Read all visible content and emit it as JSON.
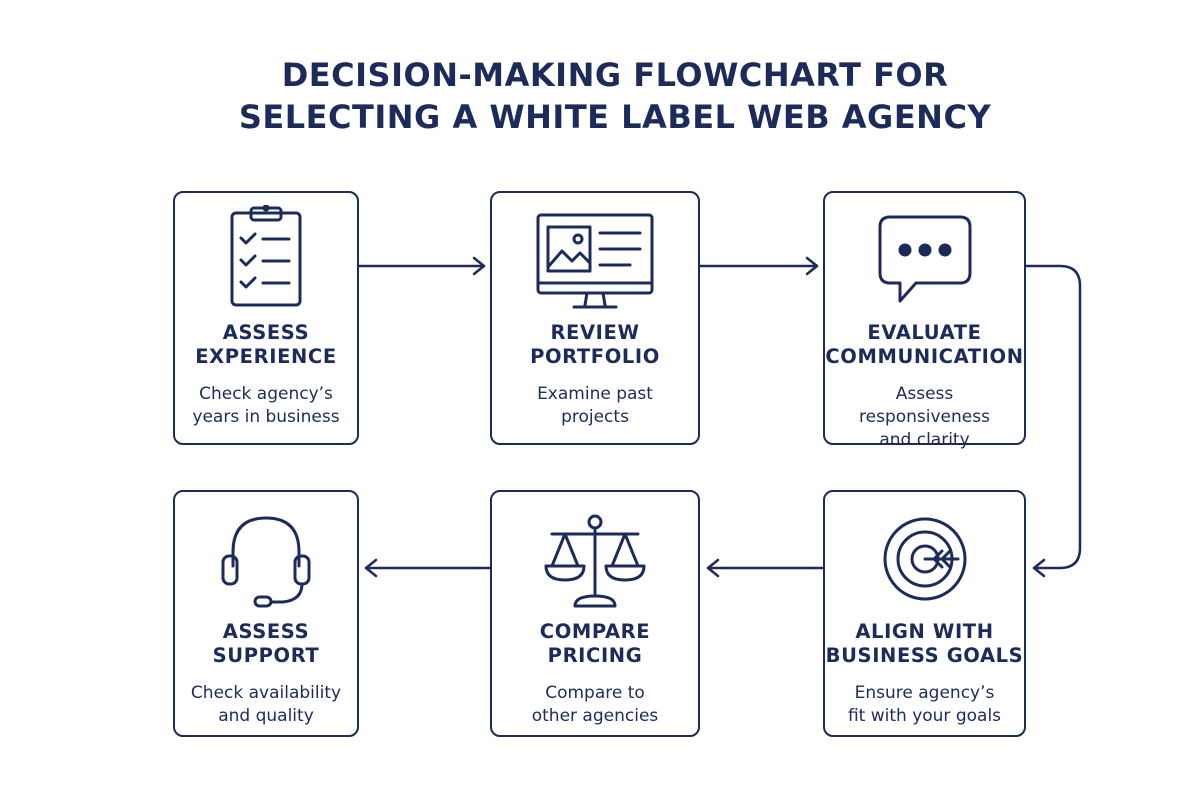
{
  "title": {
    "line1": "DECISION-MAKING FLOWCHART FOR",
    "line2": "SELECTING A WHITE LABEL WEB AGENCY"
  },
  "steps": [
    {
      "icon": "clipboard-checklist-icon",
      "heading": [
        "ASSESS",
        "EXPERIENCE"
      ],
      "desc": [
        "Check agency’s",
        "years in business"
      ]
    },
    {
      "icon": "monitor-portfolio-icon",
      "heading": [
        "REVIEW",
        "PORTFOLIO"
      ],
      "desc": [
        "Examine past",
        "projects"
      ]
    },
    {
      "icon": "speech-bubble-icon",
      "heading": [
        "EVALUATE",
        "COMMUNICATION"
      ],
      "desc": [
        "Assess",
        "responsiveness",
        "and clarity"
      ]
    },
    {
      "icon": "target-icon",
      "heading": [
        "ALIGN WITH",
        "BUSINESS GOALS"
      ],
      "desc": [
        "Ensure agency’s",
        "fit with your goals"
      ]
    },
    {
      "icon": "scales-icon",
      "heading": [
        "COMPARE",
        "PRICING"
      ],
      "desc": [
        "Compare to",
        "other agencies"
      ]
    },
    {
      "icon": "headset-icon",
      "heading": [
        "ASSESS",
        "SUPPORT"
      ],
      "desc": [
        "Check availability",
        "and quality"
      ]
    }
  ],
  "colors": {
    "primary": "#1c2b5a",
    "background": "#ffffff"
  }
}
